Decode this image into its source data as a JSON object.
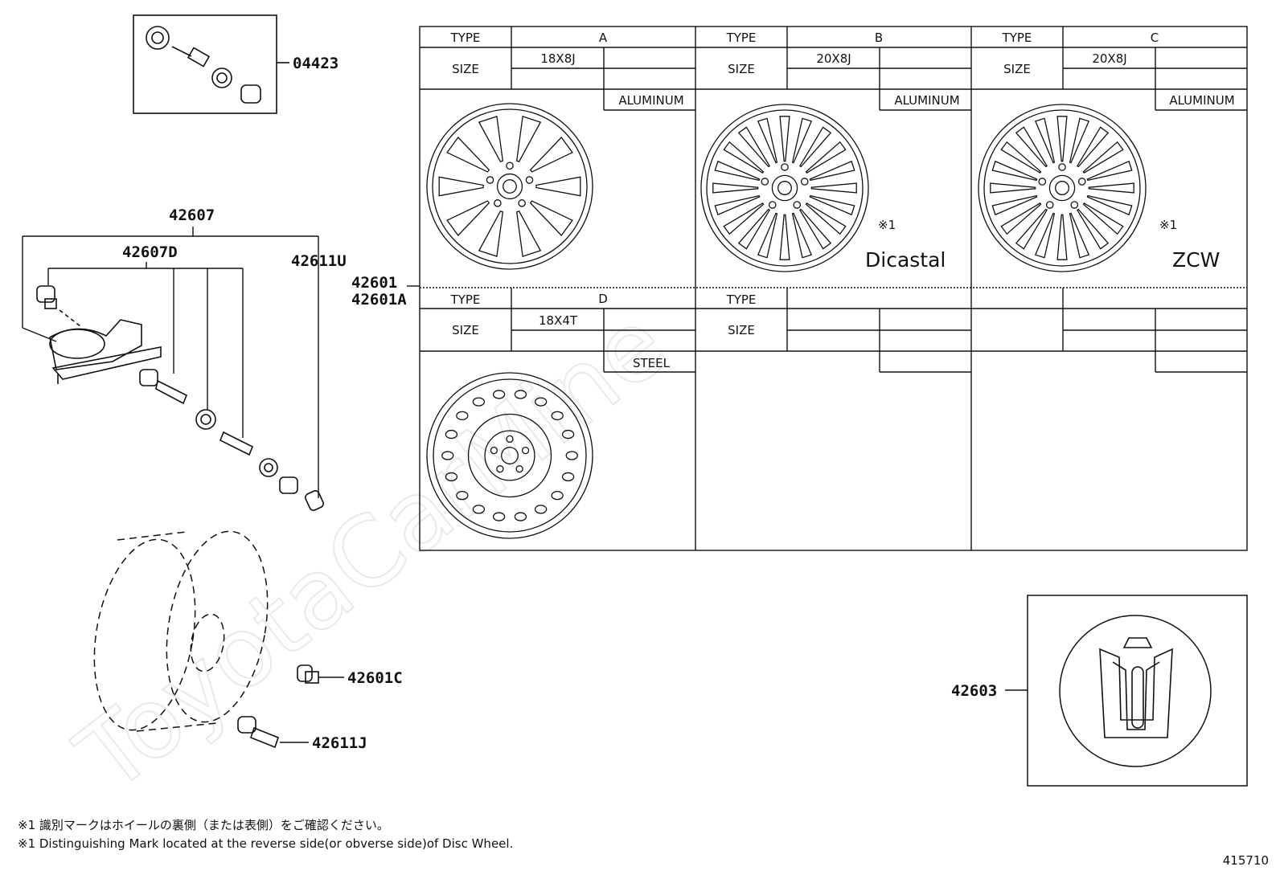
{
  "watermark": "ToyotaCarMine",
  "part_numbers": {
    "p04423": "04423",
    "p42607": "42607",
    "p42607D": "42607D",
    "p42611U": "42611U",
    "p42601": "42601",
    "p42601A": "42601A",
    "p42601C": "42601C",
    "p42611J": "42611J",
    "p42603": "42603"
  },
  "wheel_table": {
    "type_label": "TYPE",
    "size_label": "SIZE",
    "A": {
      "type": "A",
      "size": "18X8J",
      "material": "ALUMINUM",
      "brand": ""
    },
    "B": {
      "type": "B",
      "size": "20X8J",
      "material": "ALUMINUM",
      "mark": "※1",
      "brand": "Dicastal"
    },
    "C": {
      "type": "C",
      "size": "20X8J",
      "material": "ALUMINUM",
      "mark": "※1",
      "brand": "ZCW"
    },
    "D": {
      "type": "D",
      "size": "18X4T",
      "material": "STEEL"
    }
  },
  "footnotes": {
    "jp": "※1 識別マークはホイールの裏側（または表側）をご確認ください。",
    "en": "※1 Distinguishing Mark located at the reverse side(or obverse side)of Disc Wheel."
  },
  "figure_number": "415710"
}
